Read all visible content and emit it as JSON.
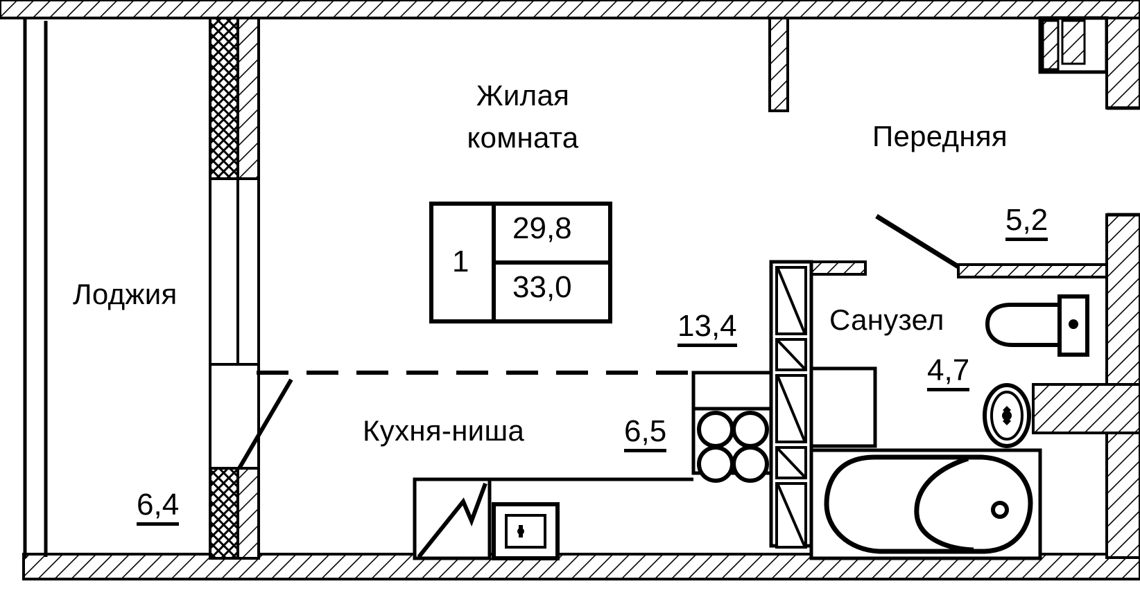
{
  "document": {
    "type": "architectural-floor-plan",
    "title": "Планировка квартиры",
    "language": "ru",
    "line_color": "#000000",
    "background_color": "#ffffff"
  },
  "rooms": [
    {
      "key": "loggia",
      "name": "Лоджия",
      "area": "6,4"
    },
    {
      "key": "living_room",
      "name": "Жилая\nкомната",
      "area": ""
    },
    {
      "key": "hall",
      "name": "Передняя",
      "area": "5,2"
    },
    {
      "key": "bathroom",
      "name": "Санузел",
      "area": "4,7"
    },
    {
      "key": "kitchen",
      "name": "Кухня-ниша",
      "area": "6,5"
    }
  ],
  "labels": {
    "living_room_line1": "Жилая",
    "living_room_line2": "комната",
    "hall": "Передняя",
    "bathroom": "Санузел",
    "kitchen": "Кухня-ниша",
    "loggia": "Лоджия"
  },
  "areas": {
    "loggia": "6,4",
    "hall": "5,2",
    "bathroom": "4,7",
    "kitchen": "6,5",
    "living_zone": "13,4"
  },
  "summary_table": {
    "apartment_number": "1",
    "area_without_loggia": "29,8",
    "area_total": "33,0"
  },
  "fixtures": [
    {
      "key": "stove",
      "name": "Варочная панель",
      "burners": 4
    },
    {
      "key": "kitchen-sink",
      "name": "Мойка"
    },
    {
      "key": "washing-machine",
      "name": "Стиральная машина"
    },
    {
      "key": "bathtub",
      "name": "Ванна"
    },
    {
      "key": "toilet",
      "name": "Унитаз"
    },
    {
      "key": "wash-basin",
      "name": "Раковина"
    }
  ]
}
